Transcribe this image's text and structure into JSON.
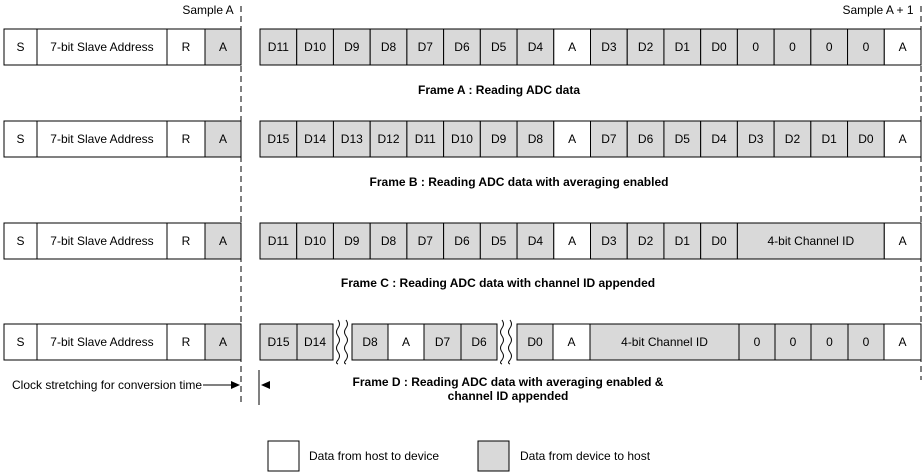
{
  "markers": {
    "sample_a": "Sample A",
    "sample_a_plus_1": "Sample A + 1"
  },
  "frames": [
    {
      "title": "Frame A : Reading ADC data",
      "host_fields": [
        {
          "label": "S",
          "source": "host"
        },
        {
          "label": "7-bit Slave Address",
          "source": "host"
        },
        {
          "label": "R",
          "source": "host"
        },
        {
          "label": "A",
          "source": "device"
        }
      ],
      "data_fields": [
        {
          "label": "D11",
          "source": "device"
        },
        {
          "label": "D10",
          "source": "device"
        },
        {
          "label": "D9",
          "source": "device"
        },
        {
          "label": "D8",
          "source": "device"
        },
        {
          "label": "D7",
          "source": "device"
        },
        {
          "label": "D6",
          "source": "device"
        },
        {
          "label": "D5",
          "source": "device"
        },
        {
          "label": "D4",
          "source": "device"
        },
        {
          "label": "A",
          "source": "host"
        },
        {
          "label": "D3",
          "source": "device"
        },
        {
          "label": "D2",
          "source": "device"
        },
        {
          "label": "D1",
          "source": "device"
        },
        {
          "label": "D0",
          "source": "device"
        },
        {
          "label": "0",
          "source": "device"
        },
        {
          "label": "0",
          "source": "device"
        },
        {
          "label": "0",
          "source": "device"
        },
        {
          "label": "0",
          "source": "device"
        },
        {
          "label": "A",
          "source": "host"
        }
      ]
    },
    {
      "title": "Frame B : Reading ADC data with averaging enabled",
      "host_fields": [
        {
          "label": "S",
          "source": "host"
        },
        {
          "label": "7-bit Slave Address",
          "source": "host"
        },
        {
          "label": "R",
          "source": "host"
        },
        {
          "label": "A",
          "source": "device"
        }
      ],
      "data_fields": [
        {
          "label": "D15",
          "source": "device"
        },
        {
          "label": "D14",
          "source": "device"
        },
        {
          "label": "D13",
          "source": "device"
        },
        {
          "label": "D12",
          "source": "device"
        },
        {
          "label": "D11",
          "source": "device"
        },
        {
          "label": "D10",
          "source": "device"
        },
        {
          "label": "D9",
          "source": "device"
        },
        {
          "label": "D8",
          "source": "device"
        },
        {
          "label": "A",
          "source": "host"
        },
        {
          "label": "D7",
          "source": "device"
        },
        {
          "label": "D6",
          "source": "device"
        },
        {
          "label": "D5",
          "source": "device"
        },
        {
          "label": "D4",
          "source": "device"
        },
        {
          "label": "D3",
          "source": "device"
        },
        {
          "label": "D2",
          "source": "device"
        },
        {
          "label": "D1",
          "source": "device"
        },
        {
          "label": "D0",
          "source": "device"
        },
        {
          "label": "A",
          "source": "host"
        }
      ]
    },
    {
      "title": "Frame C : Reading ADC data with channel ID appended",
      "host_fields": [
        {
          "label": "S",
          "source": "host"
        },
        {
          "label": "7-bit Slave Address",
          "source": "host"
        },
        {
          "label": "R",
          "source": "host"
        },
        {
          "label": "A",
          "source": "device"
        }
      ],
      "data_fields": [
        {
          "label": "D11",
          "source": "device"
        },
        {
          "label": "D10",
          "source": "device"
        },
        {
          "label": "D9",
          "source": "device"
        },
        {
          "label": "D8",
          "source": "device"
        },
        {
          "label": "D7",
          "source": "device"
        },
        {
          "label": "D6",
          "source": "device"
        },
        {
          "label": "D5",
          "source": "device"
        },
        {
          "label": "D4",
          "source": "device"
        },
        {
          "label": "A",
          "source": "host"
        },
        {
          "label": "D3",
          "source": "device"
        },
        {
          "label": "D2",
          "source": "device"
        },
        {
          "label": "D1",
          "source": "device"
        },
        {
          "label": "D0",
          "source": "device"
        },
        {
          "label": "4-bit Channel ID",
          "source": "device"
        },
        {
          "label": "A",
          "source": "host"
        }
      ]
    },
    {
      "title_line1": "Frame D : Reading ADC data with averaging enabled &",
      "title_line2": "channel ID appended",
      "host_fields": [
        {
          "label": "S",
          "source": "host"
        },
        {
          "label": "7-bit Slave Address",
          "source": "host"
        },
        {
          "label": "R",
          "source": "host"
        },
        {
          "label": "A",
          "source": "device"
        }
      ],
      "data_fields": [
        {
          "label": "D15",
          "source": "device"
        },
        {
          "label": "D14",
          "source": "device"
        },
        {
          "label": "D8",
          "source": "device"
        },
        {
          "label": "A",
          "source": "host"
        },
        {
          "label": "D7",
          "source": "device"
        },
        {
          "label": "D6",
          "source": "device"
        },
        {
          "label": "D0",
          "source": "device"
        },
        {
          "label": "A",
          "source": "host"
        },
        {
          "label": "4-bit Channel ID",
          "source": "device"
        },
        {
          "label": "0",
          "source": "device"
        },
        {
          "label": "0",
          "source": "device"
        },
        {
          "label": "0",
          "source": "device"
        },
        {
          "label": "0",
          "source": "device"
        },
        {
          "label": "A",
          "source": "host"
        }
      ]
    }
  ],
  "clock_stretch_note": "Clock stretching for conversion time",
  "legend": [
    {
      "label": "Data from host to device",
      "fill": "#ffffff"
    },
    {
      "label": "Data from device to host",
      "fill": "#d9d9d9"
    }
  ],
  "colors": {
    "host_fill": "#ffffff",
    "device_fill": "#d9d9d9",
    "stroke": "#000000"
  }
}
